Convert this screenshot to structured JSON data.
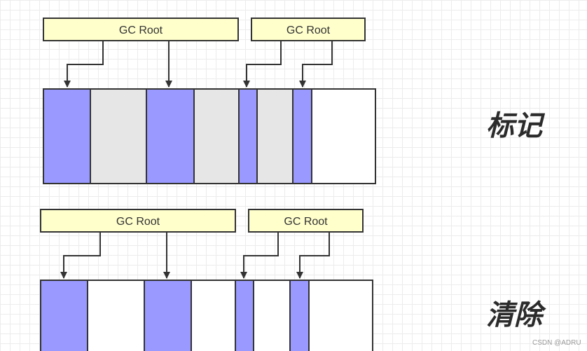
{
  "colors": {
    "root_fill": "#ffffcc",
    "reachable": "#9999ff",
    "garbage": "#e6e6e6",
    "free": "#ffffff",
    "stroke": "#333333"
  },
  "panels": [
    {
      "title": "标记",
      "roots": [
        {
          "label": "GC Root"
        },
        {
          "label": "GC Root"
        }
      ],
      "blocks": [
        {
          "state": "reachable"
        },
        {
          "state": "garbage"
        },
        {
          "state": "reachable"
        },
        {
          "state": "garbage"
        },
        {
          "state": "reachable"
        },
        {
          "state": "garbage"
        },
        {
          "state": "reachable"
        },
        {
          "state": "free"
        }
      ]
    },
    {
      "title": "清除",
      "roots": [
        {
          "label": "GC Root"
        },
        {
          "label": "GC Root"
        }
      ],
      "blocks": [
        {
          "state": "reachable"
        },
        {
          "state": "free"
        },
        {
          "state": "reachable"
        },
        {
          "state": "free"
        },
        {
          "state": "reachable"
        },
        {
          "state": "free"
        },
        {
          "state": "reachable"
        },
        {
          "state": "free"
        }
      ]
    }
  ],
  "watermark": "CSDN @ADRU"
}
